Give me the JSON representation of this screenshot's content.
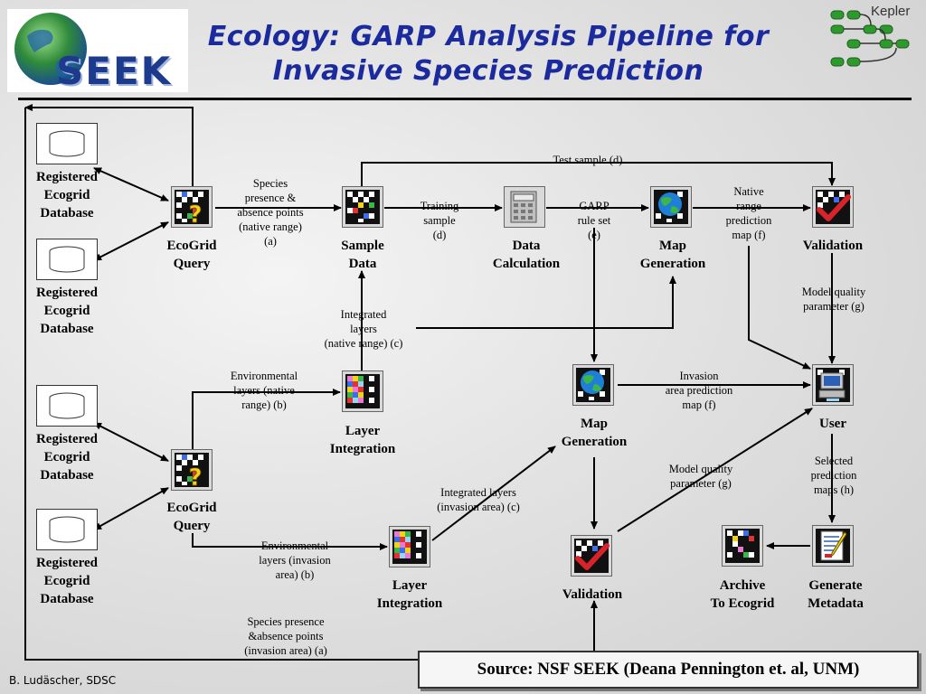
{
  "title": {
    "line1": "Ecology: GARP Analysis Pipeline for",
    "line2": "Invasive Species Prediction"
  },
  "logos": {
    "seek": "SEEK",
    "kepler": "Kepler"
  },
  "databases": {
    "db1": [
      "Registered",
      "Ecogrid",
      "Database"
    ],
    "db2": [
      "Registered",
      "Ecogrid",
      "Database"
    ],
    "db3": [
      "Registered",
      "Ecogrid",
      "Database"
    ],
    "db4": [
      "Registered",
      "Ecogrid",
      "Database"
    ]
  },
  "nodes": {
    "ecogrid_query_top": [
      "EcoGrid",
      "Query"
    ],
    "sample_data": [
      "Sample",
      "Data"
    ],
    "data_calculation": [
      "Data",
      "Calculation"
    ],
    "map_generation_top": [
      "Map",
      "Generation"
    ],
    "validation_top": "Validation",
    "layer_integration_top": [
      "Layer",
      "Integration"
    ],
    "map_generation_mid": [
      "Map",
      "Generation"
    ],
    "user": "User",
    "ecogrid_query_bottom": [
      "EcoGrid",
      "Query"
    ],
    "layer_integration_bottom": [
      "Layer",
      "Integration"
    ],
    "validation_bottom": "Validation",
    "archive": [
      "Archive",
      "To Ecogrid"
    ],
    "generate_metadata": [
      "Generate",
      "Metadata"
    ]
  },
  "notes": {
    "species_native": [
      "Species",
      "presence &",
      "absence points",
      "(native range)",
      "(a)"
    ],
    "training_sample": [
      "Training",
      "sample",
      "(d)"
    ],
    "garp_rule_set": [
      "GARP",
      "rule set",
      "(e)"
    ],
    "native_range_map": [
      "Native",
      "range",
      "prediction",
      "map (f)"
    ],
    "test_sample": "Test sample (d)",
    "model_quality_top": [
      "Model quality",
      "parameter (g)"
    ],
    "integrated_native": [
      "Integrated",
      "layers",
      "(native range) (c)"
    ],
    "env_native": [
      "Environmental",
      "layers (native",
      "range)  (b)"
    ],
    "invasion_map": [
      "Invasion",
      "area prediction",
      "map  (f)"
    ],
    "selected_maps": [
      "Selected",
      "prediction",
      "maps  (h)"
    ],
    "model_quality_bottom": [
      "Model quality",
      "parameter (g)"
    ],
    "integrated_invasion": [
      "Integrated layers",
      "(invasion area) (c)"
    ],
    "env_invasion": [
      "Environmental",
      "layers (invasion",
      "area)  (b)"
    ],
    "species_invasion": [
      "Species presence",
      "&absence points",
      "(invasion area) (a)"
    ]
  },
  "footer": {
    "source": "Source: NSF SEEK (Deana Pennington et. al, UNM)",
    "credit": "B. Ludäscher, SDSC"
  },
  "icons": {
    "ecogrid_query": "query-grid-icon",
    "sample_data": "sample-grid-icon",
    "data_calculation": "calculator-icon",
    "map_generation": "globe-grid-icon",
    "validation": "checkmark-grid-icon",
    "layer_integration": "layer-grid-icon",
    "user": "computer-user-icon",
    "archive": "archive-grid-icon",
    "generate_metadata": "document-edit-icon",
    "database": "database-cylinder-icon"
  },
  "colors": {
    "title": "#1b2a9c",
    "kepler_green": "#2e9a2e",
    "check_red": "#d8232a"
  }
}
